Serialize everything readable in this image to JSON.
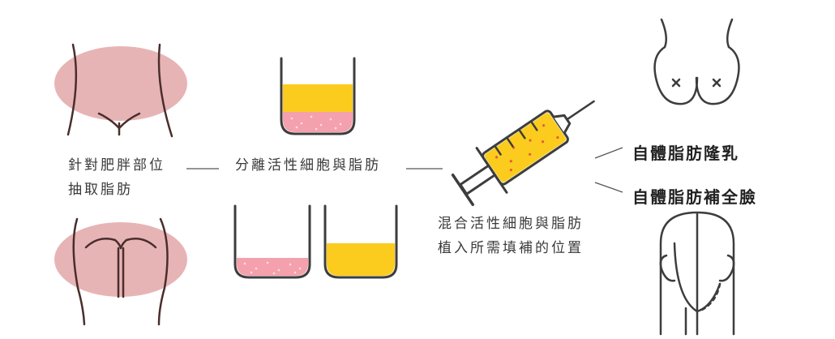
{
  "steps": {
    "harvest": [
      "針對肥胖部位",
      "抽取脂肪"
    ],
    "separate": "分離活性細胞與脂肪",
    "inject": [
      "混合活性細胞與脂肪",
      "植入所需填補的位置"
    ]
  },
  "results": {
    "breast": "自體脂肪隆乳",
    "face": "自體脂肪補全臉"
  },
  "colors": {
    "skin_highlight": "#e7b4b6",
    "fat_yellow": "#fbcc1e",
    "cell_pink": "#f4a0ad",
    "outline": "#3d3d3d",
    "body_line": "#4a2e2c"
  }
}
